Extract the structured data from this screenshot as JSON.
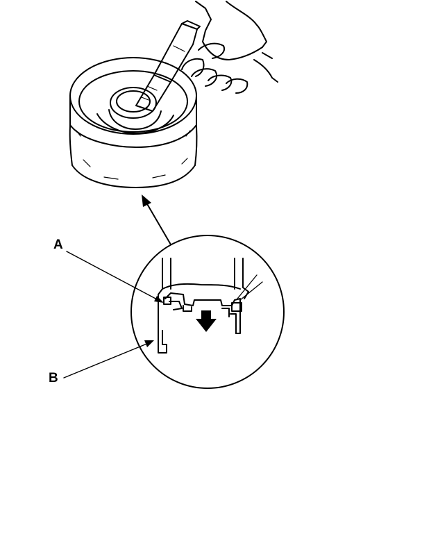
{
  "callouts": [
    {
      "id": "A",
      "label": "A"
    },
    {
      "id": "B",
      "label": "B"
    }
  ],
  "colors": {
    "ink": "#000000",
    "paper": "#ffffff",
    "arrow_fill": "#000000"
  },
  "icons": {
    "direction_arrow": "down-arrow-icon",
    "pointer_arrow": "up-left-arrow-icon"
  }
}
